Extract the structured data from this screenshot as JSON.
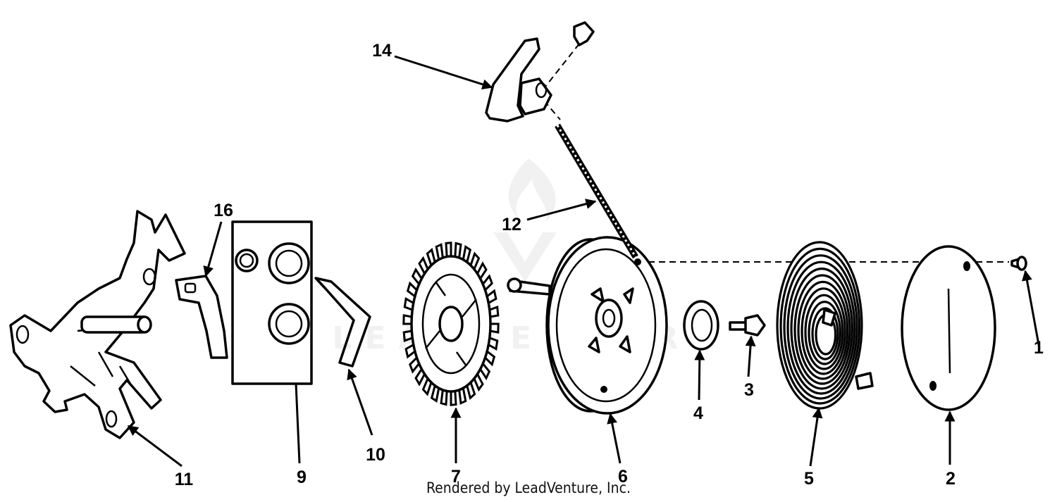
{
  "colors": {
    "ink": "#000000",
    "background": "#ffffff",
    "watermark": "#e6e6e6"
  },
  "callouts": {
    "p1": "1",
    "p2": "2",
    "p3": "3",
    "p4": "4",
    "p5": "5",
    "p6": "6",
    "p7": "7",
    "p9": "9",
    "p10": "10",
    "p11": "11",
    "p12": "12",
    "p14": "14",
    "p16": "16"
  },
  "watermark": {
    "text": "LEADVENTURE"
  },
  "footer": {
    "credit": "Rendered by LeadVenture, Inc."
  }
}
